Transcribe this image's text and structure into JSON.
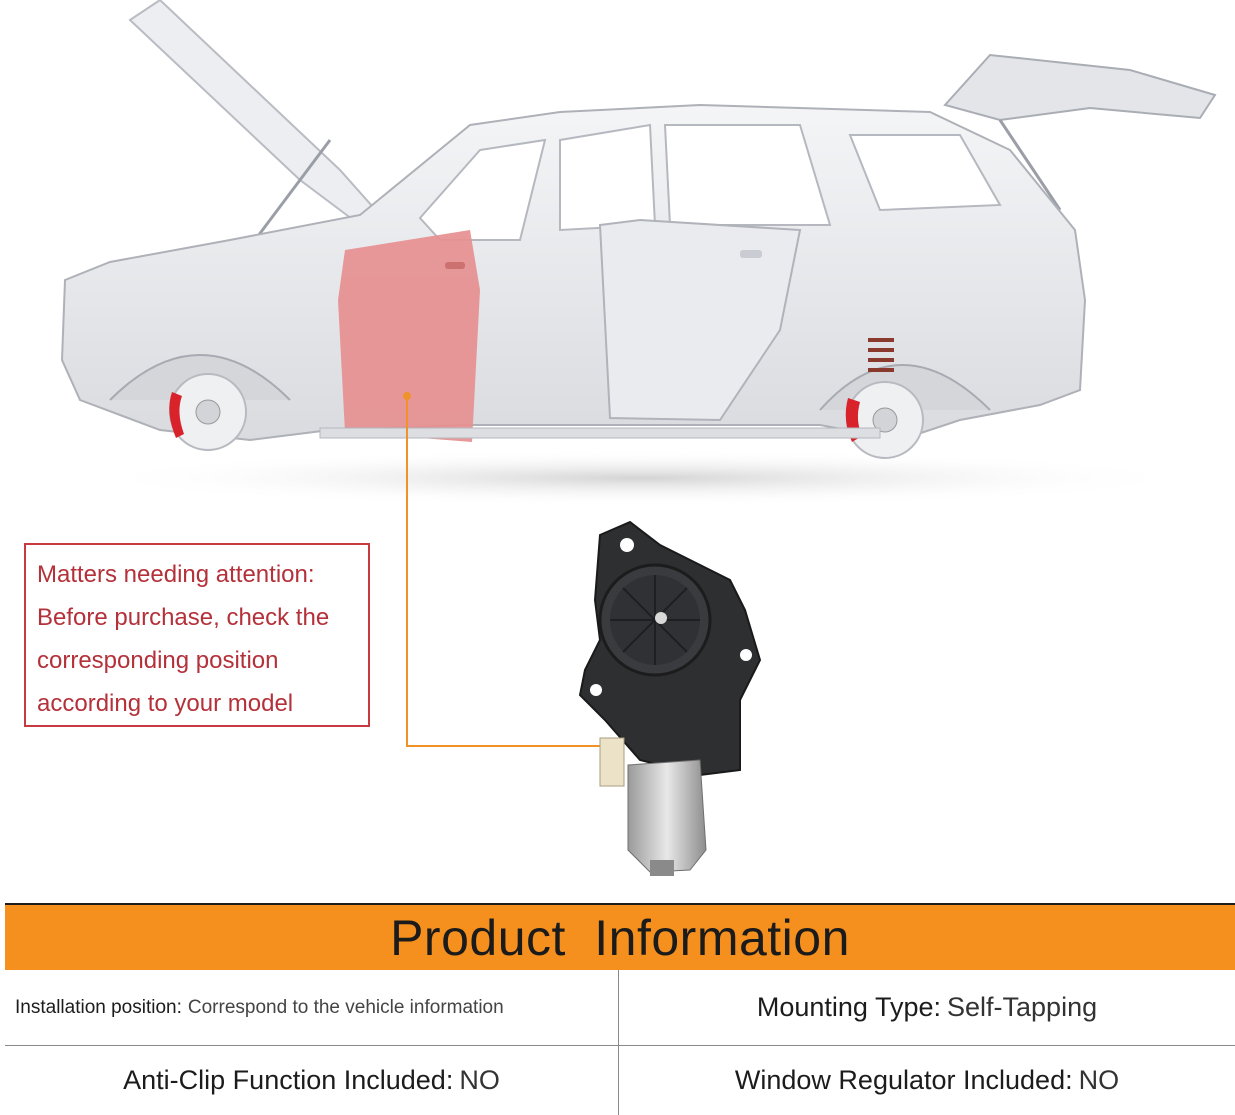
{
  "notice": {
    "lines": [
      "Matters needing attention:",
      "Before purchase, check the",
      "corresponding position",
      "according to your model"
    ]
  },
  "info": {
    "title": "Product  Information",
    "rows": [
      [
        {
          "key": "Installation position:",
          "value": "Correspond to the vehicle information"
        },
        {
          "key": "Mounting Type:",
          "value": "Self-Tapping"
        }
      ],
      [
        {
          "key": "Anti-Clip Function Included:",
          "value": "NO"
        },
        {
          "key": "Window Regulator Included:",
          "value": "NO"
        }
      ]
    ]
  },
  "colors": {
    "header_bg": "#f5901f",
    "notice_border": "#c83a3f",
    "highlight_door": "#e68f8f",
    "pointer_line": "#f0922a"
  },
  "images": {
    "vehicle": "car-body-illustration",
    "part": "window-motor-illustration"
  }
}
